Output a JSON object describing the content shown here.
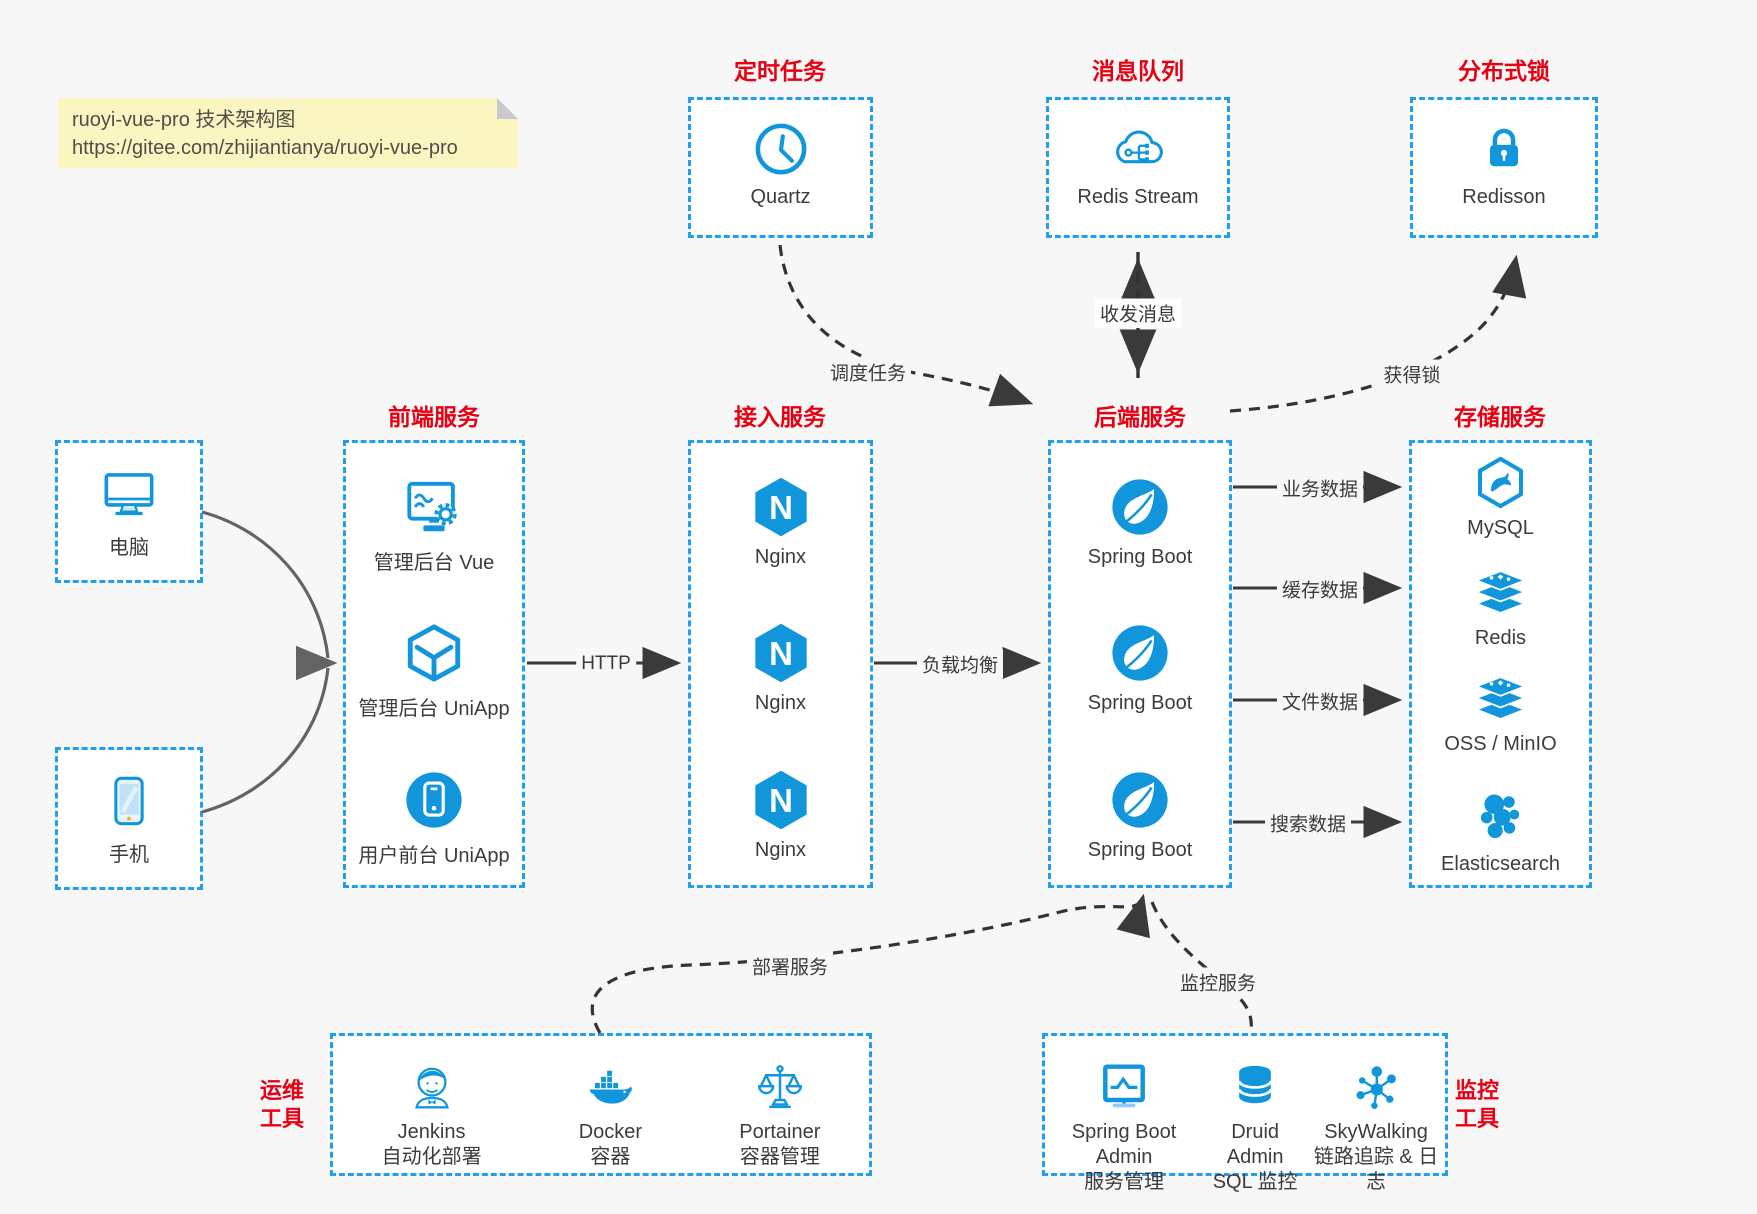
{
  "note": {
    "line1": "ruoyi-vue-pro 技术架构图",
    "line2": "https://gitee.com/zhijiantianya/ruoyi-vue-pro"
  },
  "colors": {
    "accent_blue": "#1296db",
    "border_blue": "#1e9ff2",
    "title_red": "#e60012",
    "text": "#3c3c3c",
    "canvas_bg": "#f7f7f8",
    "box_bg": "#ffffff",
    "note_bg": "#fbf5c1"
  },
  "top_groups": [
    {
      "title": "定时任务",
      "item": {
        "label": "Quartz",
        "icon": "clock-icon"
      }
    },
    {
      "title": "消息队列",
      "item": {
        "label": "Redis Stream",
        "icon": "cloud-share-icon"
      }
    },
    {
      "title": "分布式锁",
      "item": {
        "label": "Redisson",
        "icon": "padlock-icon"
      }
    }
  ],
  "clients": [
    {
      "label": "电脑",
      "icon": "monitor-icon"
    },
    {
      "label": "手机",
      "icon": "phone-icon"
    }
  ],
  "columns": [
    {
      "title": "前端服务",
      "items": [
        {
          "label": "管理后台 Vue",
          "icon": "admin-screen-gear-icon"
        },
        {
          "label": "管理后台 UniApp",
          "icon": "cube-icon"
        },
        {
          "label": "用户前台 UniApp",
          "icon": "app-circle-phone-icon"
        }
      ]
    },
    {
      "title": "接入服务",
      "items": [
        {
          "label": "Nginx",
          "icon": "nginx-hexagon-icon"
        },
        {
          "label": "Nginx",
          "icon": "nginx-hexagon-icon"
        },
        {
          "label": "Nginx",
          "icon": "nginx-hexagon-icon"
        }
      ]
    },
    {
      "title": "后端服务",
      "items": [
        {
          "label": "Spring Boot",
          "icon": "spring-leaf-icon"
        },
        {
          "label": "Spring Boot",
          "icon": "spring-leaf-icon"
        },
        {
          "label": "Spring Boot",
          "icon": "spring-leaf-icon"
        }
      ]
    },
    {
      "title": "存储服务",
      "items": [
        {
          "label": "MySQL",
          "icon": "mysql-dolphin-icon"
        },
        {
          "label": "Redis",
          "icon": "layer-stack-icon"
        },
        {
          "label": "OSS / MinIO",
          "icon": "layer-stack-icon"
        },
        {
          "label": "Elasticsearch",
          "icon": "elastic-cluster-icon"
        }
      ]
    }
  ],
  "bottom_groups": [
    {
      "side_label_line1": "运维",
      "side_label_line2": "工具",
      "items": [
        {
          "label": "Jenkins",
          "sublabel": "自动化部署",
          "icon": "jenkins-butler-icon"
        },
        {
          "label": "Docker",
          "sublabel": "容器",
          "icon": "docker-whale-icon"
        },
        {
          "label": "Portainer",
          "sublabel": "容器管理",
          "icon": "scales-icon"
        }
      ]
    },
    {
      "side_label_line1": "监控",
      "side_label_line2": "工具",
      "items": [
        {
          "label": "Spring Boot Admin",
          "sublabel": "服务管理",
          "icon": "monitor-chart-icon"
        },
        {
          "label": "Druid Admin",
          "sublabel": "SQL 监控",
          "icon": "database-icon"
        },
        {
          "label": "SkyWalking",
          "sublabel": "链路追踪 & 日志",
          "icon": "topology-icon"
        }
      ]
    }
  ],
  "edges": {
    "http": "HTTP",
    "load_balance": "负载均衡",
    "business_data": "业务数据",
    "cache_data": "缓存数据",
    "file_data": "文件数据",
    "search_data": "搜索数据",
    "schedule_task": "调度任务",
    "send_receive_msg": "收发消息",
    "acquire_lock": "获得锁",
    "deploy_service": "部署服务",
    "monitor_service": "监控服务"
  }
}
